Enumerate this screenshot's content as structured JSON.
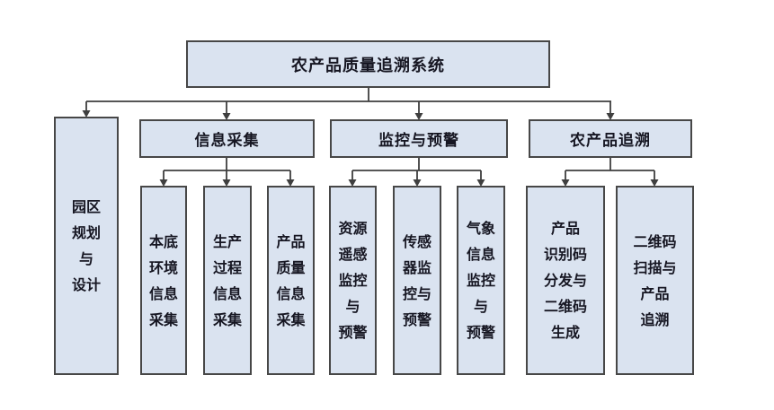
{
  "diagram": {
    "root": {
      "label": "农产品质量追溯系统"
    },
    "park": {
      "label_lines": [
        "园区",
        "规划",
        "与",
        "设计"
      ]
    },
    "branches": {
      "info": {
        "label": "信息采集",
        "children": {
          "c1": {
            "label_lines": [
              "本底",
              "环境",
              "信息",
              "采集"
            ]
          },
          "c2": {
            "label_lines": [
              "生产",
              "过程",
              "信息",
              "采集"
            ]
          },
          "c3": {
            "label_lines": [
              "产品",
              "质量",
              "信息",
              "采集"
            ]
          }
        }
      },
      "monitor": {
        "label": "监控与预警",
        "children": {
          "c1": {
            "label_lines": [
              "资源",
              "遥感",
              "监控",
              "与",
              "预警"
            ]
          },
          "c2": {
            "label_lines": [
              "传感",
              "器监",
              "控与",
              "预警"
            ]
          },
          "c3": {
            "label_lines": [
              "气象",
              "信息",
              "监控",
              "与",
              "预警"
            ]
          }
        }
      },
      "trace": {
        "label": "农产品追溯",
        "children": {
          "c1": {
            "label_lines": [
              "产品",
              "识别码",
              "分发与",
              "二维码",
              "生成"
            ]
          },
          "c2": {
            "label_lines": [
              "二维码",
              "扫描与",
              "产品",
              "追溯"
            ]
          }
        }
      }
    }
  },
  "colors": {
    "box_fill": "#dae3f0",
    "box_border": "#474747",
    "connector": "#3f3f3f",
    "text": "#161622"
  }
}
